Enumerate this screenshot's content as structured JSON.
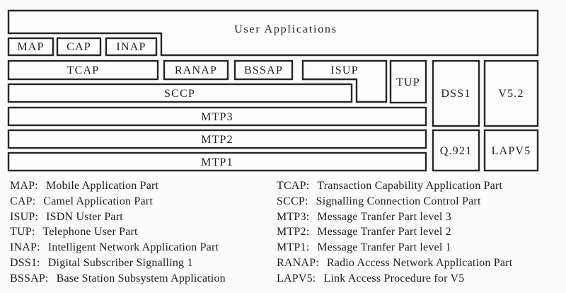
{
  "colors": {
    "border": "#262626",
    "text": "#1c1c1c",
    "background": "#fbfbfb",
    "boxfill": "#fdfdfd"
  },
  "diagram": {
    "boxes": {
      "user_applications": "User Applications",
      "map": "MAP",
      "cap": "CAP",
      "inap": "INAP",
      "tcap": "TCAP",
      "ranap": "RANAP",
      "bssap": "BSSAP",
      "isup": "ISUP",
      "tup": "TUP",
      "dss1": "DSS1",
      "v52": "V5.2",
      "sccp": "SCCP",
      "mtp3": "MTP3",
      "mtp2": "MTP2",
      "mtp1": "MTP1",
      "q921": "Q.921",
      "lapv5": "LAPV5"
    }
  },
  "legend": {
    "left": [
      {
        "abbr": "MAP:",
        "def": "Mobile Application Part"
      },
      {
        "abbr": "CAP:",
        "def": "Camel Application Part"
      },
      {
        "abbr": "ISUP:",
        "def": "ISDN Uster Part"
      },
      {
        "abbr": "TUP:",
        "def": "Telephone User Part"
      },
      {
        "abbr": "INAP:",
        "def": "Intelligent Network Application Part"
      },
      {
        "abbr": "DSS1:",
        "def": "Digital Subscriber Signalling 1"
      },
      {
        "abbr": "BSSAP:",
        "def": "Base Station Subsystem Application"
      }
    ],
    "right": [
      {
        "abbr": "TCAP:",
        "def": "Transaction Capability Application Part"
      },
      {
        "abbr": "SCCP:",
        "def": "Signalling Connection Control Part"
      },
      {
        "abbr": "MTP3:",
        "def": "Message Tranfer Part level 3"
      },
      {
        "abbr": "MTP2:",
        "def": "Message Tranfer Part level 2"
      },
      {
        "abbr": "MTP1:",
        "def": "Message Tranfer Part level 1"
      },
      {
        "abbr": "RANAP:",
        "def": "Radio Access Network Application Part"
      },
      {
        "abbr": "LAPV5:",
        "def": "Link Access Procedure for V5"
      }
    ]
  }
}
